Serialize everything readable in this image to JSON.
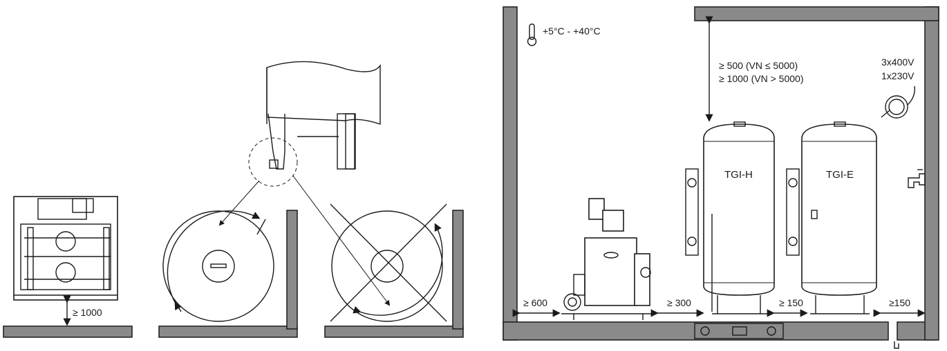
{
  "clearances": {
    "front": "≥ 1000",
    "left_wall": "≥ 600",
    "between_unit_tank": "≥ 300",
    "between_tanks": "≥ 150",
    "right_wall": "≥150",
    "ceiling_line1": "≥ 500 (VN ≤ 5000)",
    "ceiling_line2": "≥ 1000 (VN > 5000)"
  },
  "temperature": "+5°C - +40°C",
  "power": {
    "line1": "3x400V",
    "line2": "1x230V"
  },
  "tanks": [
    "TGI-H",
    "TGI-E"
  ],
  "icons": [
    "thermometer-icon",
    "power-cable-icon",
    "water-tap-icon",
    "spirit-level-icon",
    "floor-drain-icon",
    "rotation-arrow-icon"
  ]
}
